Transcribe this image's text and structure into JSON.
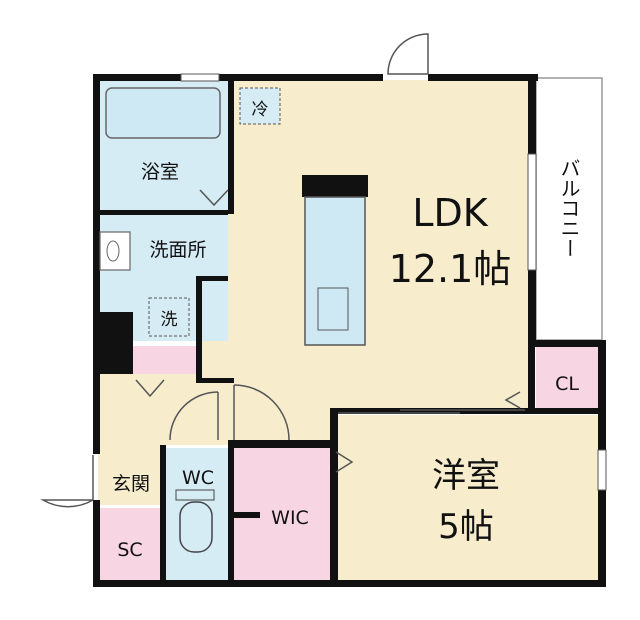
{
  "rooms": {
    "ldk_name": "LDK",
    "ldk_size": "12.1帖",
    "bedroom_name": "洋室",
    "bedroom_size": "5帖",
    "bath": "浴室",
    "washroom": "洗面所",
    "entrance": "玄関",
    "wc": "WC",
    "wic": "WIC",
    "sc": "SC",
    "closet": "CL",
    "balcony": "バルコニー"
  },
  "fixtures": {
    "fridge": "冷",
    "washer": "洗"
  },
  "colors": {
    "wall": "#111111",
    "ldk_floor": "#f7edcd",
    "wet_area": "#d6ecf5",
    "storage": "#f7d5e2",
    "entrance_floor": "#f7edcd",
    "counter": "#cfe9f4"
  }
}
